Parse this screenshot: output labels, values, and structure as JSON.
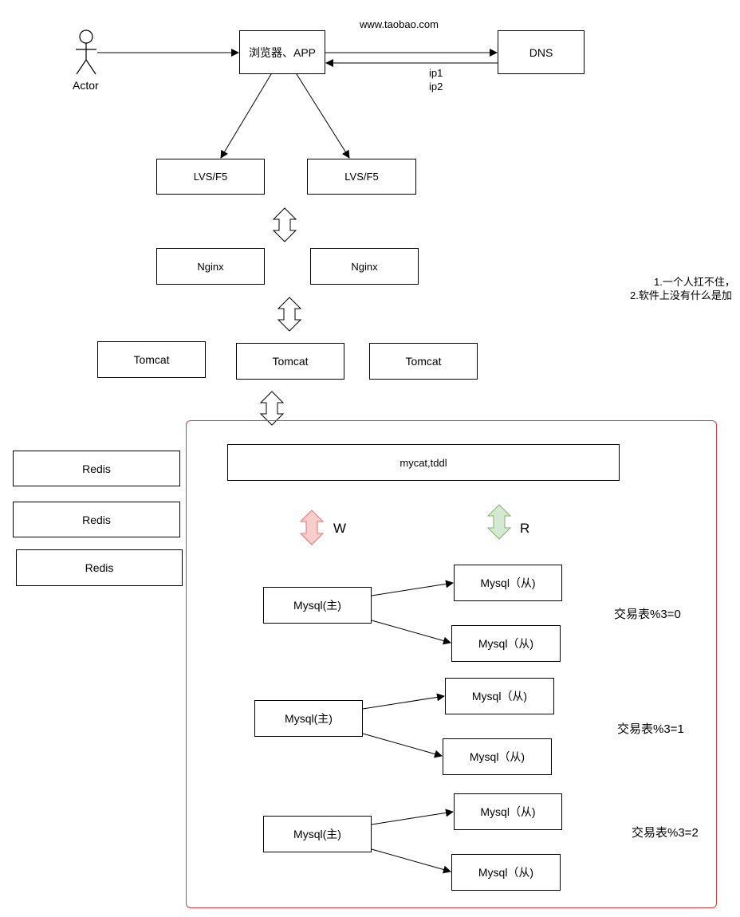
{
  "actor": {
    "label": "Actor"
  },
  "browser": {
    "label": "浏览器、APP"
  },
  "dns": {
    "label": "DNS",
    "domain": "www.taobao.com",
    "ips": [
      "ip1",
      "ip2"
    ]
  },
  "lvs": [
    "LVS/F5",
    "LVS/F5"
  ],
  "nginx": [
    "Nginx",
    "Nginx"
  ],
  "tomcat": [
    "Tomcat",
    "Tomcat",
    "Tomcat"
  ],
  "redis": [
    "Redis",
    "Redis",
    "Redis"
  ],
  "middleware": {
    "label": "mycat,tddl"
  },
  "write_label": "W",
  "read_label": "R",
  "shards": [
    {
      "master": "Mysql(主)",
      "slaves": [
        "Mysql（从)",
        "Mysql（从)"
      ],
      "rule": "交易表%3=0"
    },
    {
      "master": "Mysql(主)",
      "slaves": [
        "Mysql（从)",
        "Mysql（从)"
      ],
      "rule": "交易表%3=1"
    },
    {
      "master": "Mysql(主)",
      "slaves": [
        "Mysql（从)",
        "Mysql（从)"
      ],
      "rule": "交易表%3=2"
    }
  ],
  "notes": [
    "1.一个人扛不住，",
    "2.软件上没有什么是加"
  ],
  "colors": {
    "cluster_border": "#e53935",
    "write_arrow_fill": "#f8cecc",
    "write_arrow_stroke": "#e57373",
    "read_arrow_fill": "#d5e8d4",
    "read_arrow_stroke": "#82b366"
  }
}
